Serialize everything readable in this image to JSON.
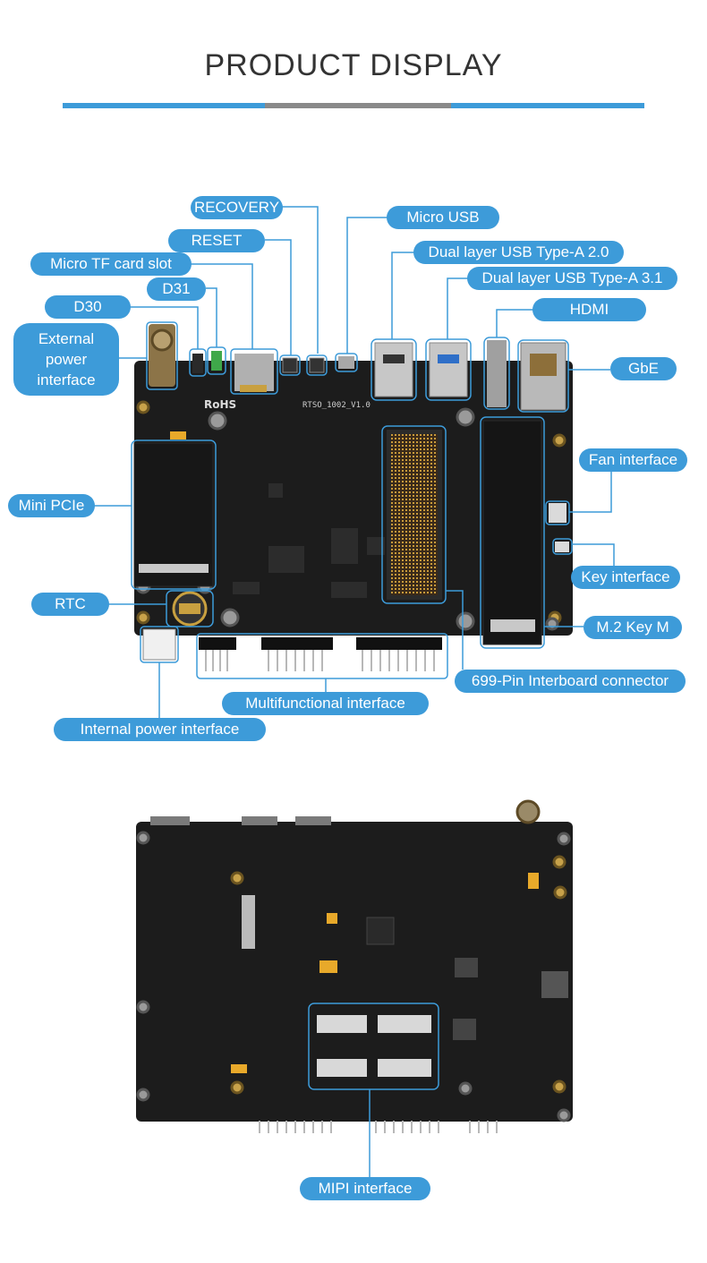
{
  "title": "PRODUCT DISPLAY",
  "colors": {
    "accent": "#3d9bd9",
    "gray": "#8a8a8a",
    "board": "#1c1c1c"
  },
  "labels": {
    "recovery": "RECOVERY",
    "micro_usb": "Micro USB",
    "reset": "RESET",
    "usb2": "Dual layer USB Type-A 2.0",
    "micro_tf": "Micro TF card slot",
    "usb3": "Dual layer USB Type-A 3.1",
    "d31": "D31",
    "d30": "D30",
    "hdmi": "HDMI",
    "ext_power_1": "External",
    "ext_power_2": "power",
    "ext_power_3": "interface",
    "gbe": "GbE",
    "fan": "Fan interface",
    "mini_pcie": "Mini PCIe",
    "key": "Key interface",
    "rtc": "RTC",
    "m2": "M.2 Key M",
    "interboard": "699-Pin Interboard connector",
    "multifunctional": "Multifunctional interface",
    "internal_power": "Internal power interface",
    "mipi": "MIPI interface"
  },
  "board_marks": {
    "rohs": "RoHS",
    "silk": "RTSO_1002_V1.0"
  }
}
